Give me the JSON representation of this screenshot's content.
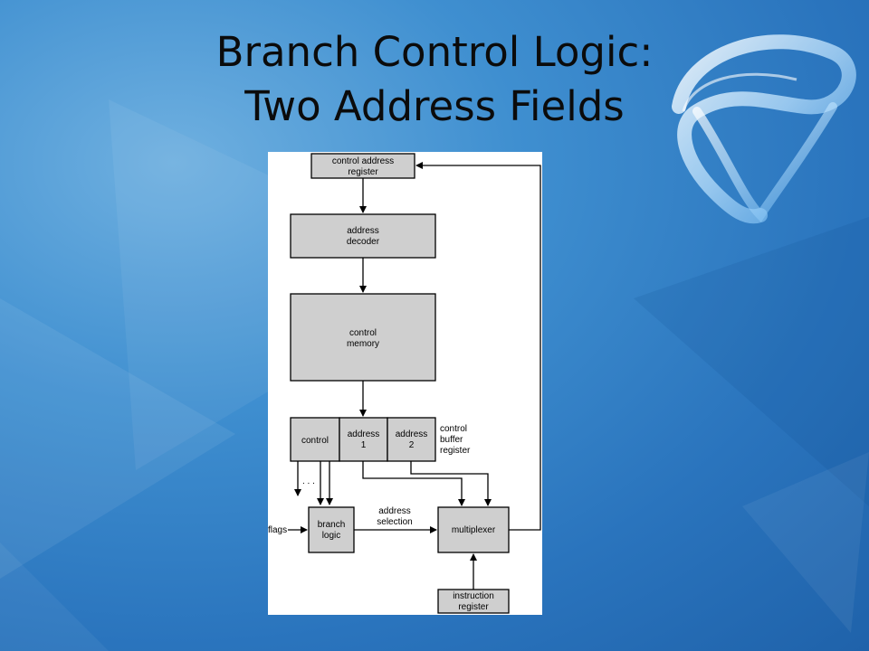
{
  "slide": {
    "title_line1": "Branch Control Logic:",
    "title_line2": "Two Address Fields"
  },
  "diagram": {
    "control_address_register": [
      "control address",
      "register"
    ],
    "address_decoder": [
      "address",
      "decoder"
    ],
    "control_memory": [
      "control",
      "memory"
    ],
    "buffer_control": "control",
    "buffer_address1": [
      "address",
      "1"
    ],
    "buffer_address2": [
      "address",
      "2"
    ],
    "control_buffer_register": [
      "control",
      "buffer",
      "register"
    ],
    "dots": ". . .",
    "flags": "flags",
    "branch_logic": [
      "branch",
      "logic"
    ],
    "address_selection": [
      "address",
      "selection"
    ],
    "multiplexer": "multiplexer",
    "instruction_register": [
      "instruction",
      "register"
    ]
  },
  "colors": {
    "background": "#2a74bd",
    "box_fill": "#cfcfcf"
  },
  "icons": {
    "logo": "ribbon-swirl-logo"
  }
}
